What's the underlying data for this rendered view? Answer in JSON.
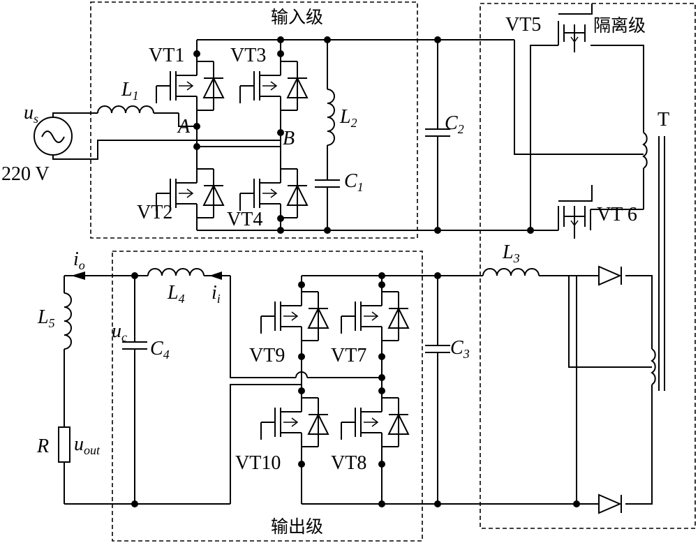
{
  "labels": {
    "input_stage": "输入级",
    "isolation_stage": "隔离级",
    "output_stage": "输出级",
    "VT1": "VT1",
    "VT2": "VT2",
    "VT3": "VT3",
    "VT4": "VT4",
    "VT5": "VT5",
    "VT6": "VT 6",
    "VT7": "VT7",
    "VT8": "VT8",
    "VT9": "VT9",
    "VT10": "VT10",
    "us": "u",
    "us_sub": "s",
    "voltage": "220 V",
    "L1": "L",
    "L1_sub": "1",
    "L2": "L",
    "L2_sub": "2",
    "L3": "L",
    "L3_sub": "3",
    "L4": "L",
    "L4_sub": "4",
    "L5": "L",
    "L5_sub": "5",
    "C1": "C",
    "C1_sub": "1",
    "C2": "C",
    "C2_sub": "2",
    "C3": "C",
    "C3_sub": "3",
    "C4": "C",
    "C4_sub": "4",
    "A": "A",
    "B": "B",
    "T": "T",
    "io": "i",
    "io_sub": "o",
    "ii": "i",
    "ii_sub": "i",
    "uc": "u",
    "uc_sub": "c",
    "R": "R",
    "uout": "u",
    "uout_sub": "out"
  }
}
